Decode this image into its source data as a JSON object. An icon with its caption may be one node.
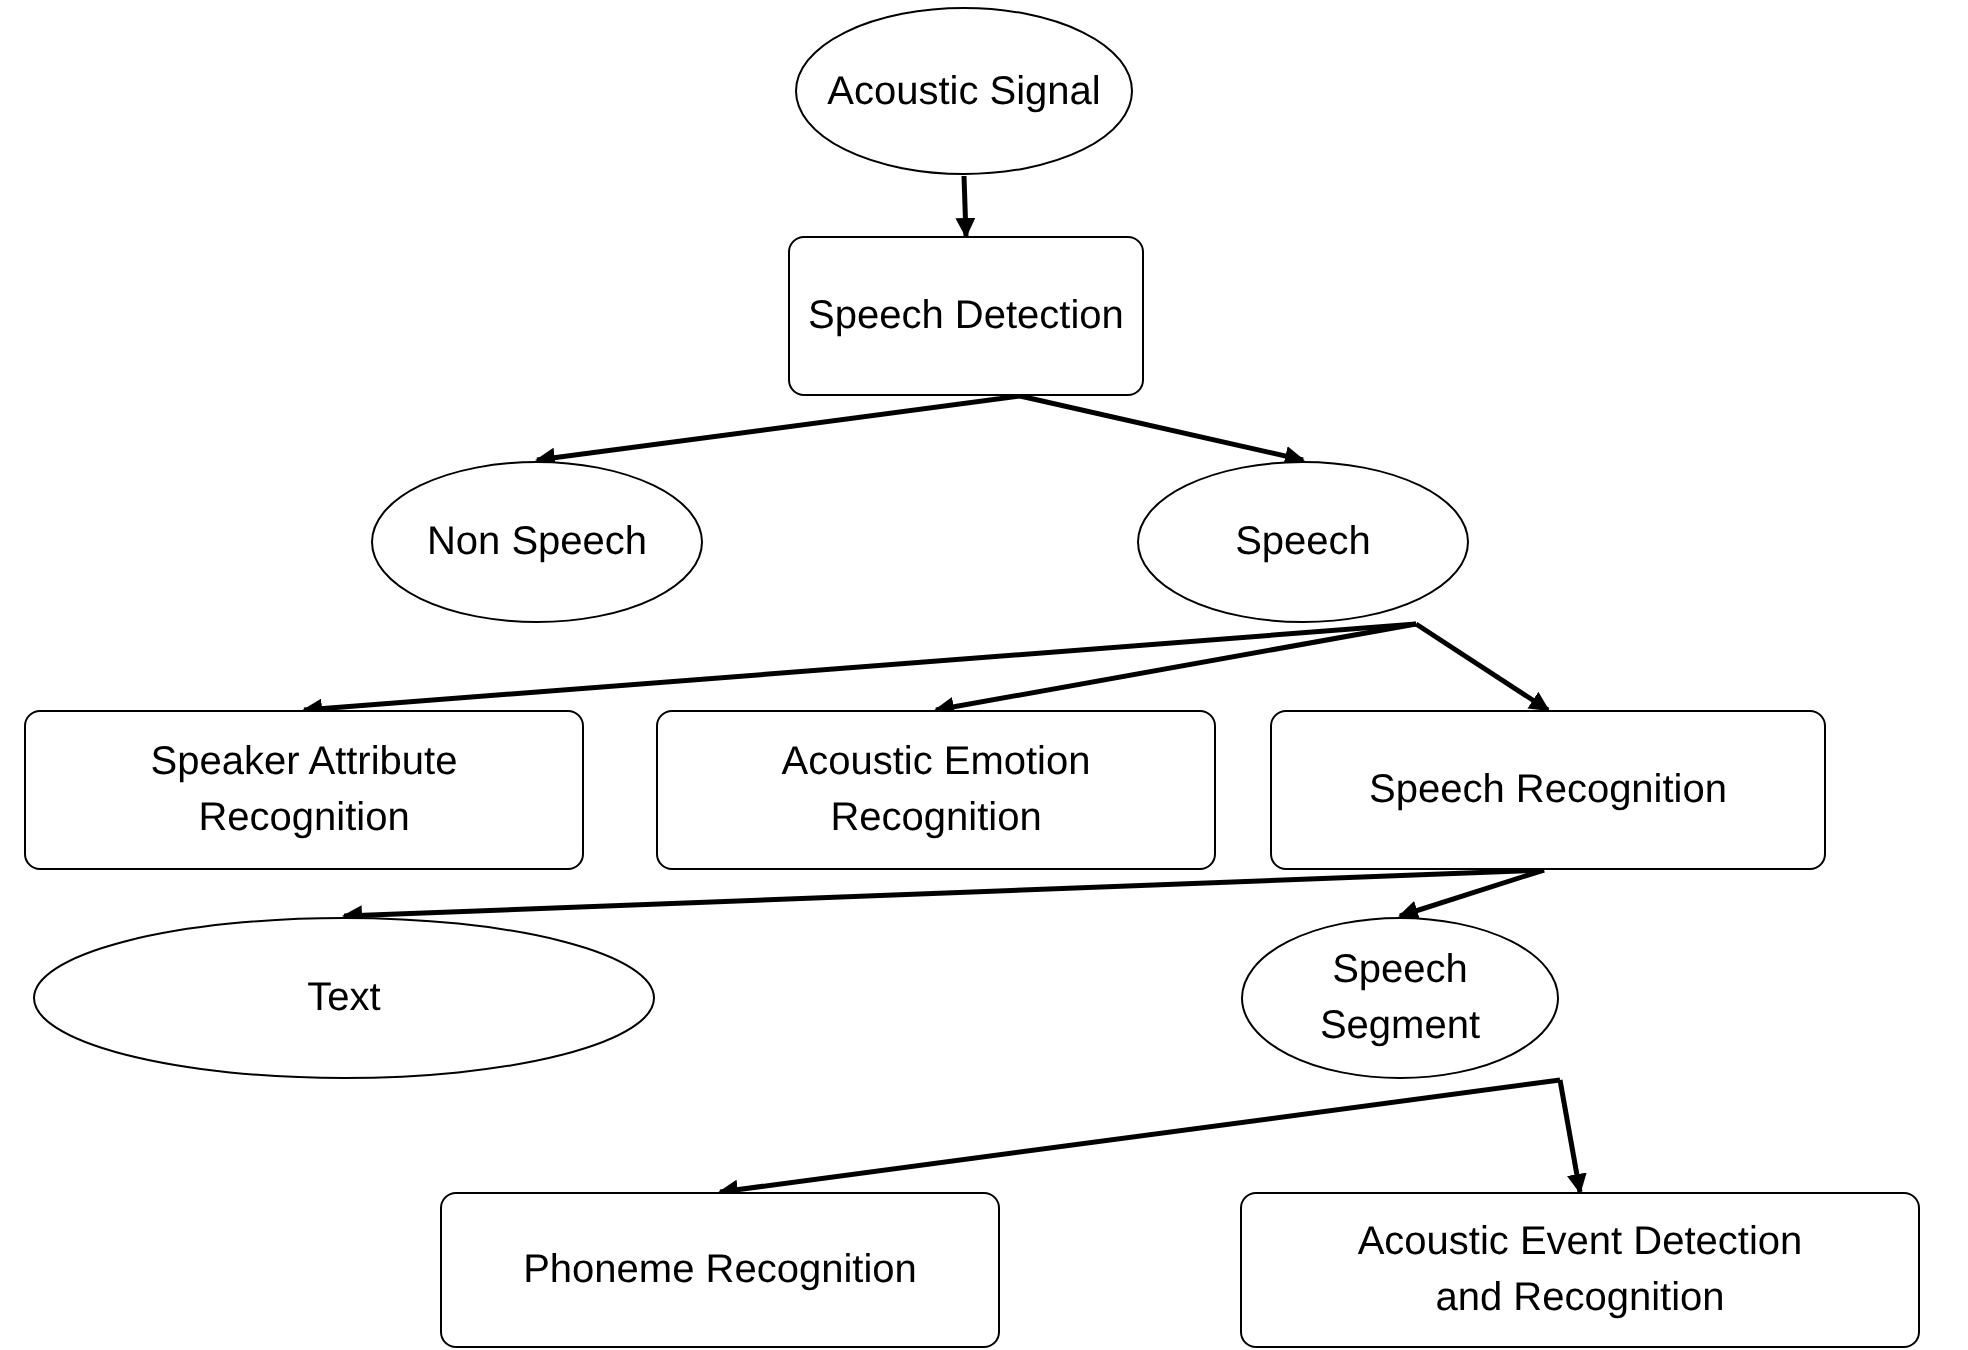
{
  "diagram": {
    "nodes": [
      {
        "text": [
          "Acoustic Signal"
        ]
      },
      {
        "text": [
          "Speech Detection"
        ]
      },
      {
        "text": [
          "Non Speech"
        ]
      },
      {
        "text": [
          "Speech"
        ]
      },
      {
        "text": [
          "Speaker Attribute Recognition"
        ]
      },
      {
        "text": [
          "Acoustic Emotion Recognition"
        ]
      },
      {
        "text": [
          "Speech Recognition"
        ]
      },
      {
        "text": [
          "Text"
        ]
      },
      {
        "text": [
          "Speech Segment"
        ]
      },
      {
        "text": [
          "Phoneme Recognition"
        ]
      },
      {
        "text": [
          "Acoustic Event Detection and Recognition"
        ]
      }
    ],
    "edges": [
      {
        "from": 0,
        "to": 1,
        "arrow": "to"
      },
      {
        "from": 1,
        "to": 2,
        "arrow": "to"
      },
      {
        "from": 1,
        "to": 3,
        "arrow": "to"
      },
      {
        "from": 3,
        "to": 4,
        "arrow": "to"
      },
      {
        "from": 3,
        "to": 5,
        "arrow": "to"
      },
      {
        "from": 3,
        "to": 6,
        "arrow": "to"
      },
      {
        "from": 6,
        "to": 7,
        "arrow": "to"
      },
      {
        "from": 6,
        "to": 8,
        "arrow": "to"
      },
      {
        "from": 8,
        "to": 9,
        "arrow": "to"
      },
      {
        "from": 8,
        "to": 10,
        "arrow": "to"
      }
    ]
  }
}
